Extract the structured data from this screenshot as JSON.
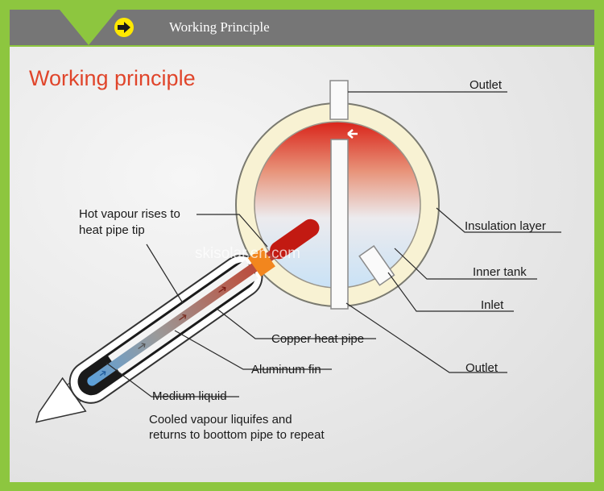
{
  "header": {
    "title": "Working Principle",
    "arrow_icon": "arrow-right-icon"
  },
  "diagram": {
    "heading": "Working principle",
    "watermark": "skisolar.en.com",
    "labels": {
      "outlet_top": "Outlet",
      "insulation_layer": "Insulation layer",
      "inner_tank": "Inner tank",
      "inlet": "Inlet",
      "outlet_bottom": "Outlet",
      "hot_vapour_line1": "Hot vapour rises to",
      "hot_vapour_line2": "heat pipe tip",
      "copper_heat_pipe": "Copper heat pipe",
      "aluminum_fin": "Aluminum fin",
      "medium_liquid": "Medium liquid",
      "cooled_line1": "Cooled vapour liquifes and",
      "cooled_line2": "returns to boottom pipe to repeat"
    }
  },
  "colors": {
    "frame_green": "#8dc63f",
    "header_gray": "#767676",
    "arrow_yellow": "#ffe800",
    "heading_red": "#e0452b",
    "insulation": "#f8f2d3",
    "hot_red": "#d9241a",
    "cool_blue": "#c9e2f6",
    "fin_orange": "#f2861e"
  }
}
